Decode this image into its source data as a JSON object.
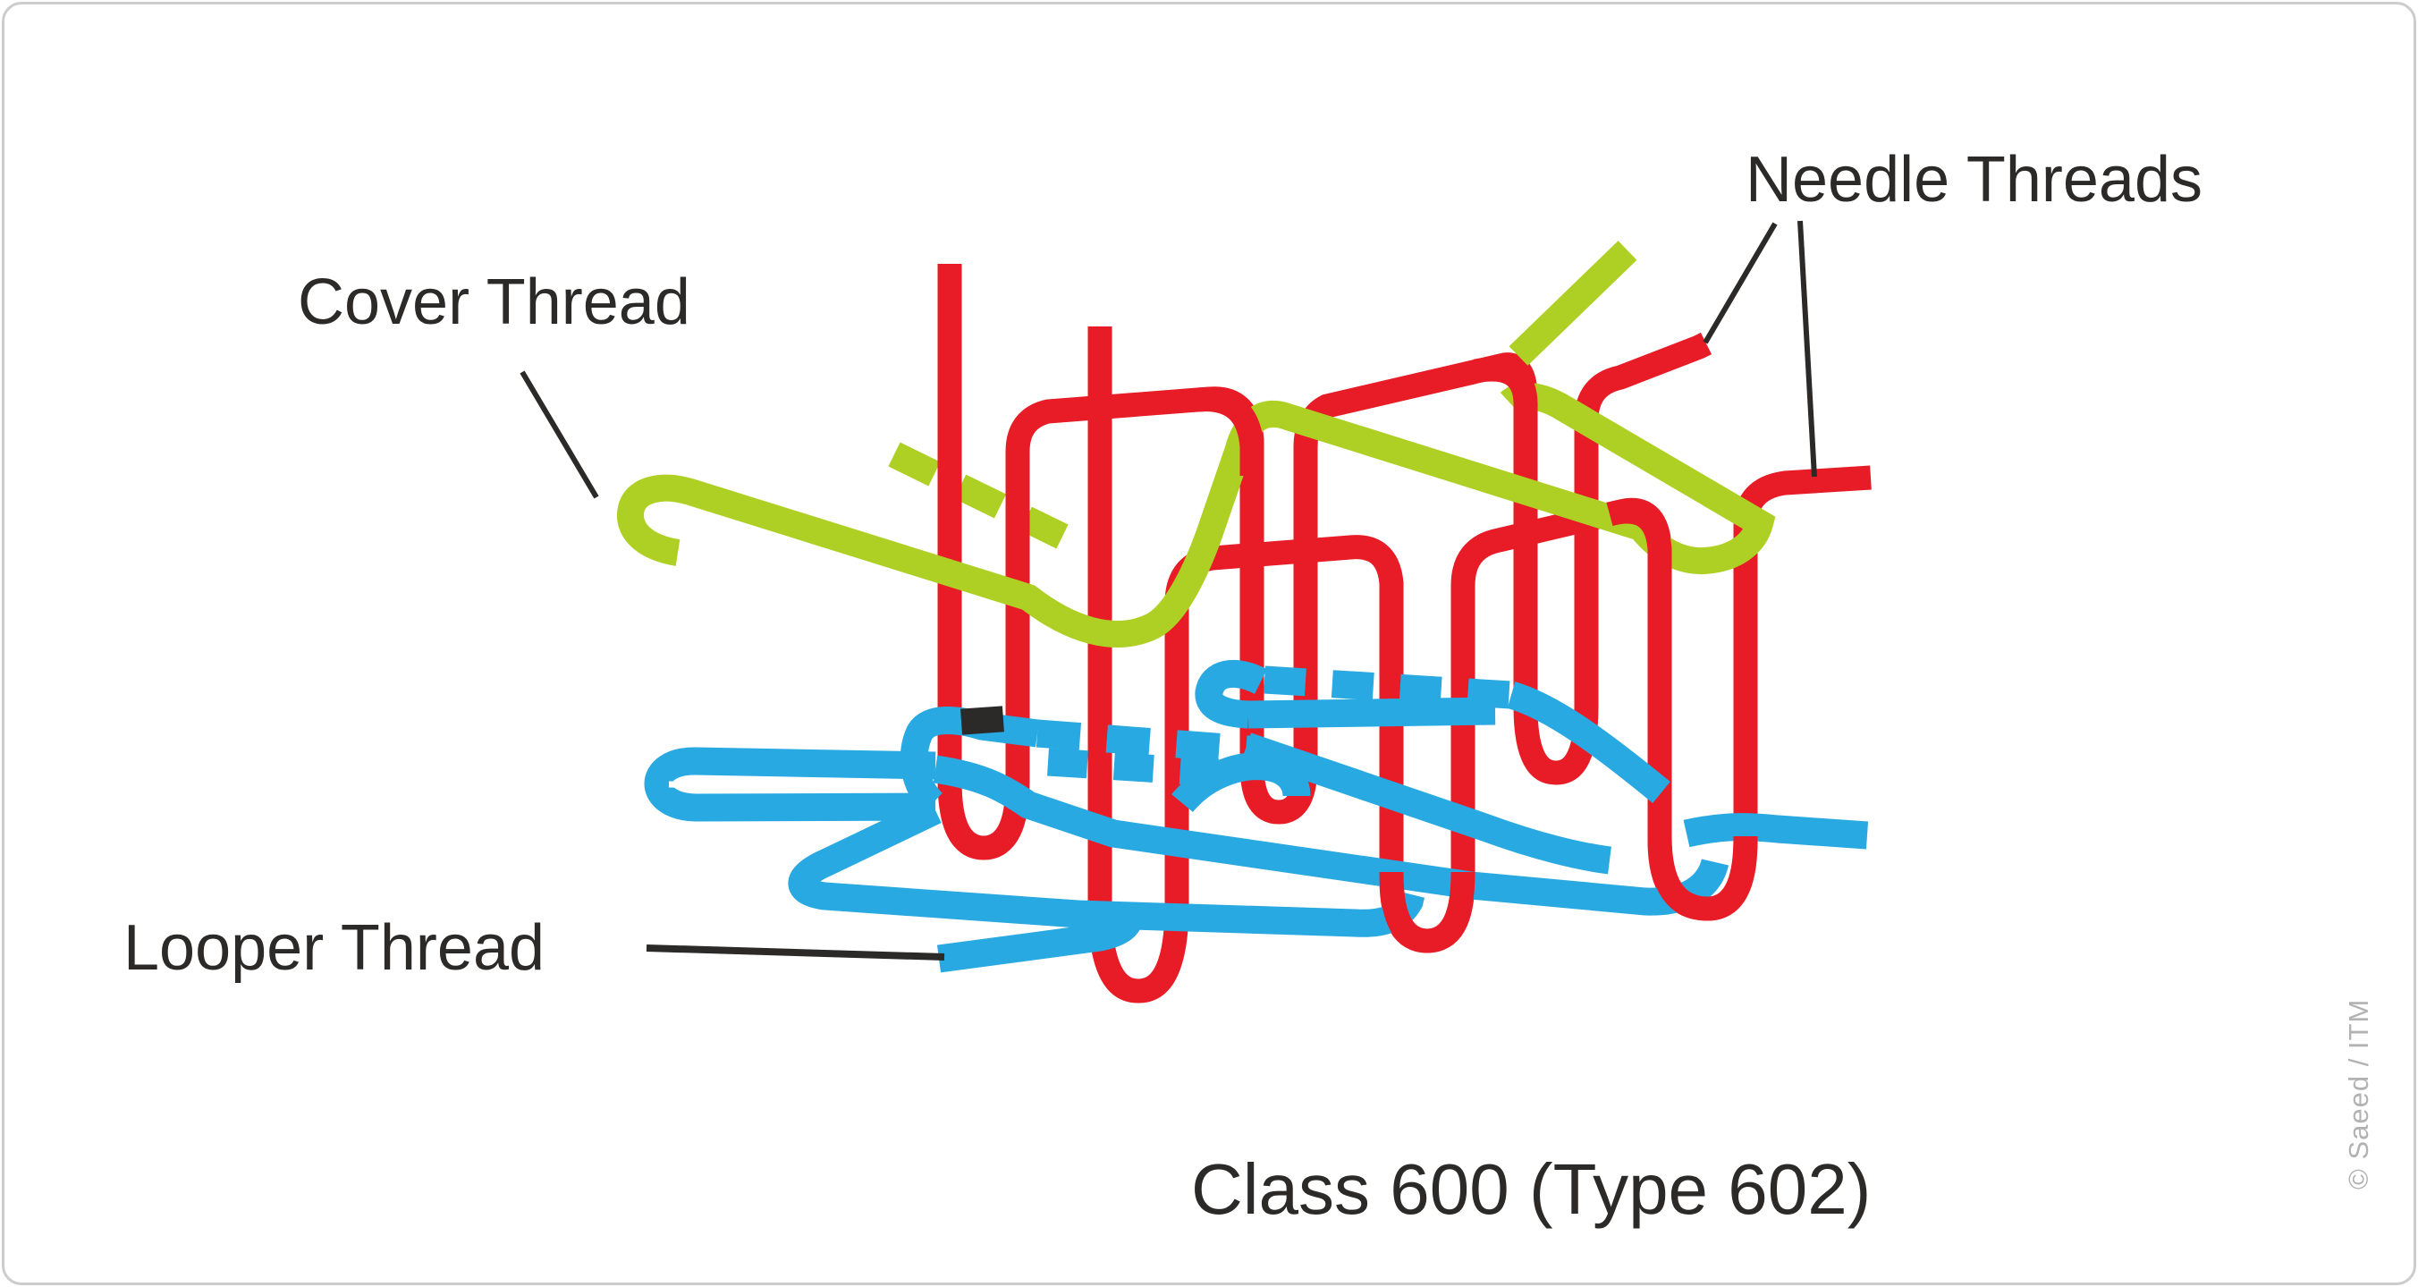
{
  "caption": "Class 600 (Type 602)",
  "labels": {
    "cover_thread": "Cover Thread",
    "needle_threads": "Needle Threads",
    "looper_thread": "Looper Thread"
  },
  "watermark": "© Saeed / ITM",
  "colors": {
    "needle_thread_red": "#e81c26",
    "cover_thread_green": "#aed024",
    "looper_thread_blue": "#29a9e1",
    "label_text": "#2b2a29",
    "watermark_gray": "#b2b2b2",
    "border_gray": "#cccccc",
    "background": "#ffffff"
  },
  "threads": [
    {
      "name": "Needle Threads",
      "color": "#e81c26"
    },
    {
      "name": "Cover Thread",
      "color": "#aed024"
    },
    {
      "name": "Looper Thread",
      "color": "#29a9e1"
    }
  ]
}
